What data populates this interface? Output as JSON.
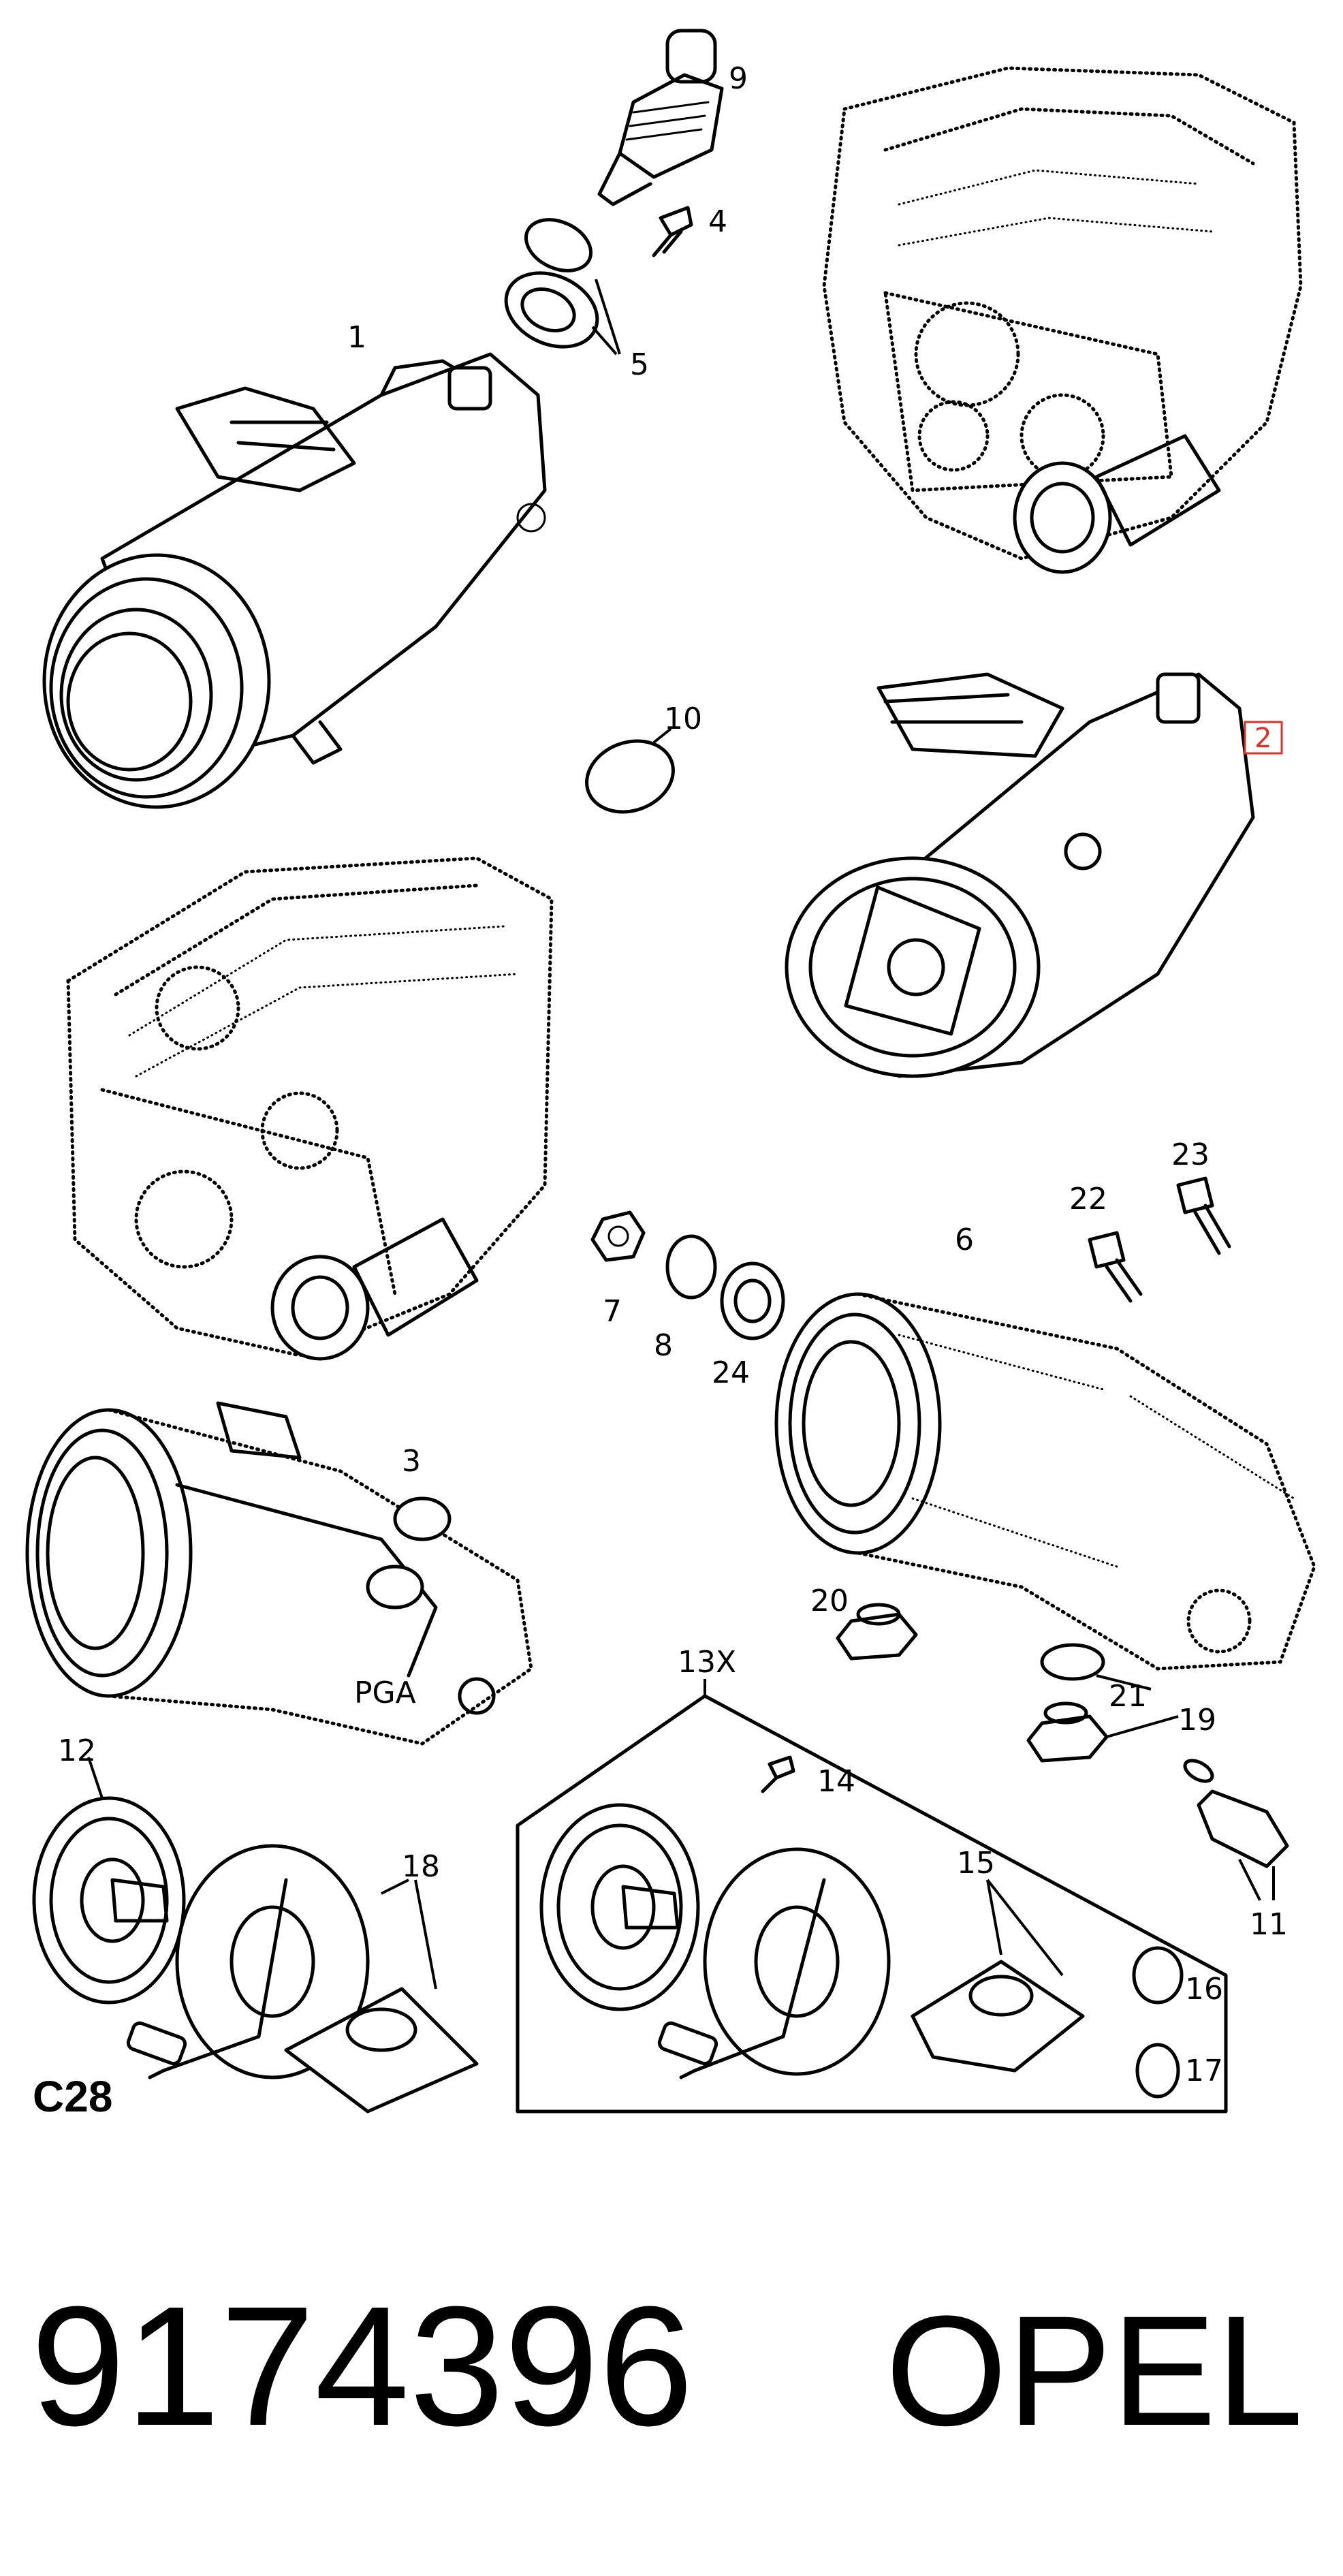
{
  "diagram": {
    "section_label": "C28",
    "part_number": "9174396",
    "brand": "OPEL",
    "highlight_color": "#d9342b",
    "callouts": {
      "c1": "1",
      "c2": "2",
      "c3": "3",
      "c4": "4",
      "c5": "5",
      "c6": "6",
      "c7": "7",
      "c8": "8",
      "c9": "9",
      "c10": "10",
      "c11": "11",
      "c12": "12",
      "c13x": "13X",
      "c14": "14",
      "c15": "15",
      "c16": "16",
      "c17": "17",
      "c18": "18",
      "c19": "19",
      "c20": "20",
      "c21": "21",
      "c22": "22",
      "c23": "23",
      "c24": "24"
    },
    "highlighted_callout": "2"
  }
}
